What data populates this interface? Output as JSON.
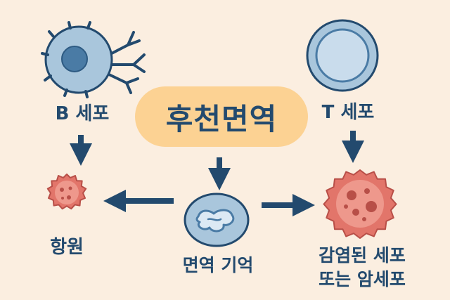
{
  "title": "후천면역",
  "nodes": {
    "b_cell": "B 세포",
    "t_cell": "T 세포",
    "antigen": "항원",
    "memory": "면역 기억",
    "target_line1": "감염된 세포",
    "target_line2": "또는 암세포"
  },
  "colors": {
    "background": "#fbeee0",
    "title_pill": "#fcd293",
    "text": "#234a6e",
    "cell_fill": "#a9c6dc",
    "cell_nucleus": "#4a7ba5",
    "pathogen": "#e2756a"
  }
}
